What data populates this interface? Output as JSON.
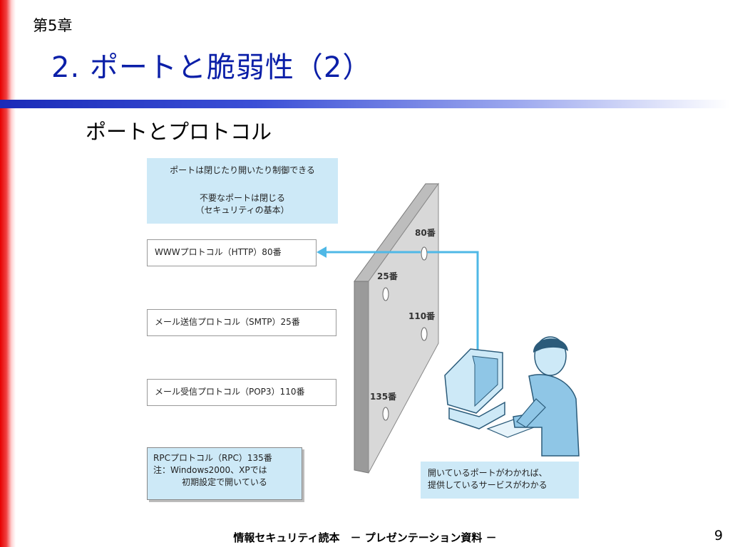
{
  "header": {
    "chapter": "第5章",
    "title": "2. ポートと脆弱性（2）",
    "subtitle": "ポートとプロトコル"
  },
  "diagram": {
    "principle": {
      "line1": "ポートは閉じたり開いたり制御できる",
      "line2": "不要なポートは閉じる",
      "line3": "（セキュリティの基本）"
    },
    "protocols": {
      "www": "WWWプロトコル（HTTP）80番",
      "smtp": "メール送信プロトコル（SMTP）25番",
      "pop3": "メール受信プロトコル（POP3）110番"
    },
    "rpc_note": {
      "line1": "RPCプロトコル（RPC）135番",
      "line2": "注：Windows2000、XPでは",
      "line3": "初期設定で開いている"
    },
    "ports": {
      "p80": "80番",
      "p25": "25番",
      "p110": "110番",
      "p135": "135番"
    },
    "user_note": {
      "line1": "開いているポートがわかれば、",
      "line2": "提供しているサービスがわかる"
    },
    "colors": {
      "box_fill": "#cde9f7",
      "arrow": "#4fb8e6",
      "wall": "#d8d8d8"
    }
  },
  "footer": {
    "text": "情報セキュリティ読本　－ プレゼンテーション資料 －",
    "page": "9"
  }
}
